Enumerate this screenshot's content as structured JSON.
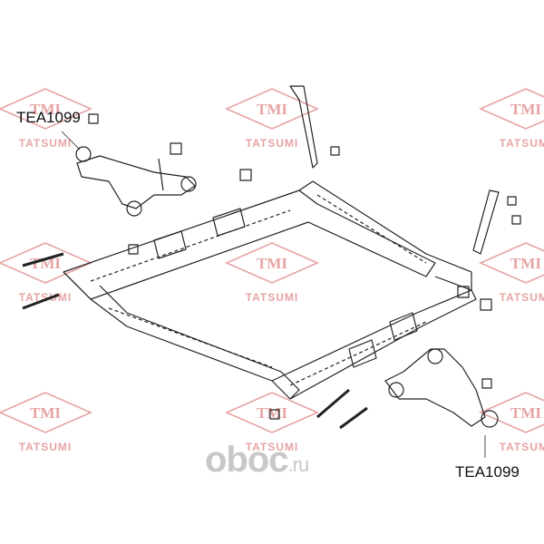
{
  "watermark": {
    "brand": "TMI",
    "company": "TATSUMI",
    "color": "#e59a9a"
  },
  "labels": {
    "part_top": "TEA1099",
    "part_bottom": "TEA1099"
  },
  "site_logo": {
    "name": "oboc",
    "domain": ".ru"
  }
}
